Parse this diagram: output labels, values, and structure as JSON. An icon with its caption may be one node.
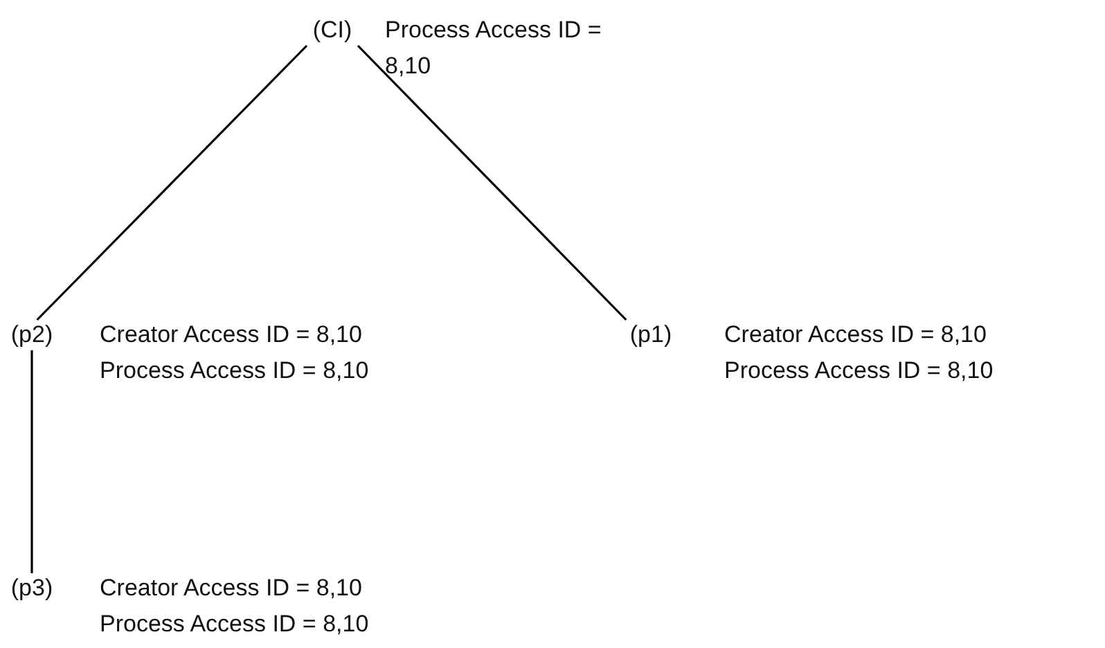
{
  "diagram": {
    "nodes": [
      {
        "text": [
          "(CI)"
        ],
        "beside": [
          "Process Access ID = 8,10"
        ]
      },
      {
        "text": [
          "(p2)"
        ],
        "beside": [
          "Creator Access ID = 8,10",
          "Process Access ID = 8,10"
        ]
      },
      {
        "text": [
          "(p1)"
        ],
        "beside": [
          "Creator Access ID = 8,10",
          "Process Access ID = 8,10"
        ]
      },
      {
        "text": [
          "(p3)"
        ],
        "beside": [
          "Creator Access ID = 8,10",
          "Process Access ID = 8,10"
        ]
      }
    ],
    "edges": [
      {
        "from": 0,
        "to": 1,
        "arrow": "none"
      },
      {
        "from": 0,
        "to": 2,
        "arrow": "none"
      },
      {
        "from": 1,
        "to": 3,
        "arrow": "none"
      }
    ]
  }
}
